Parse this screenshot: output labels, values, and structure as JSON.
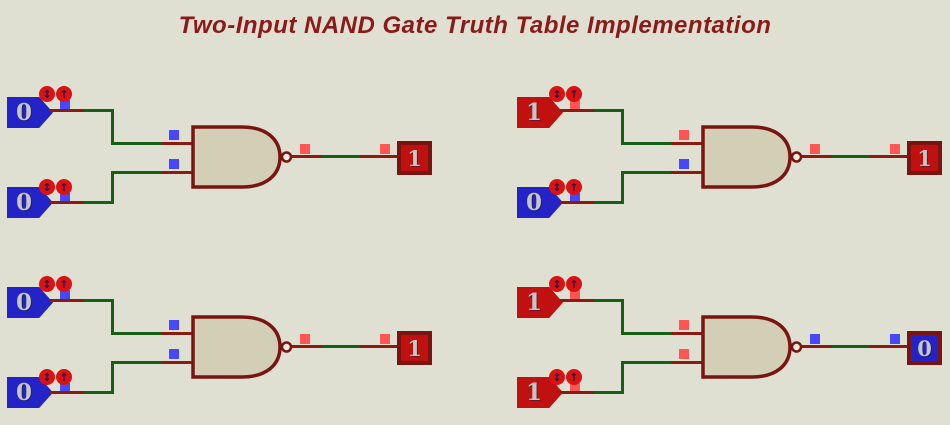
{
  "title": "Two-Input NAND Gate Truth Table Implementation",
  "colors": {
    "background": "#dfe0d2",
    "title_color": "#8b1a1a",
    "wire_red": "#8b1a10",
    "wire_green": "#156015",
    "gate_fill": "#d2cfb6",
    "gate_stroke": "#7a1410",
    "logic0_fill": "#2323c8",
    "logic1_fill": "#c01010",
    "indicator_blue": "#4747ff",
    "indicator_red": "#ff5555",
    "digit_color": "#c6c6c6"
  },
  "icons": {
    "toggle_updown_glyph": "↕",
    "toggle_up_glyph": "↑"
  },
  "gates": [
    {
      "name": "top-left",
      "input_a": "0",
      "input_b": "0",
      "output": "1"
    },
    {
      "name": "top-right",
      "input_a": "1",
      "input_b": "0",
      "output": "1"
    },
    {
      "name": "bottom-left",
      "input_a": "0",
      "input_b": "0",
      "output": "1"
    },
    {
      "name": "bottom-right",
      "input_a": "1",
      "input_b": "1",
      "output": "0"
    }
  ]
}
